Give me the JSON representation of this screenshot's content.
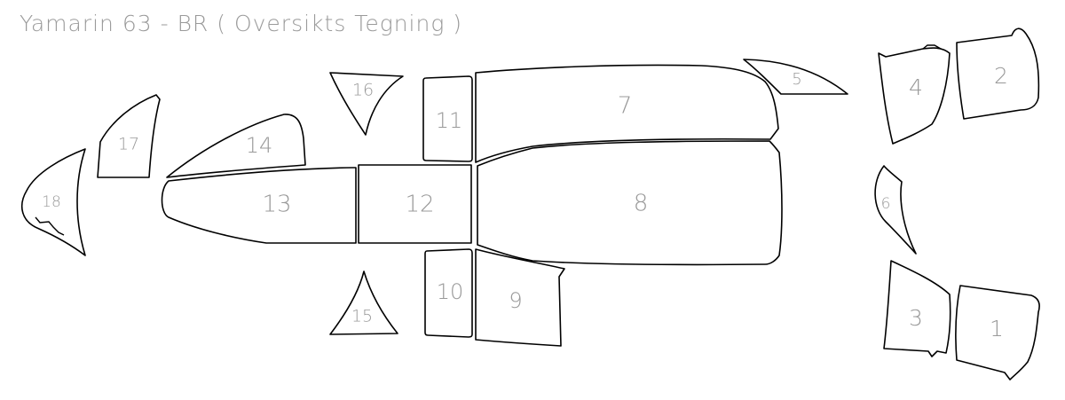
{
  "title": "Yamarin 63 - BR ( Oversikts Tegning )",
  "labels": {
    "p1": "1",
    "p2": "2",
    "p3": "3",
    "p4": "4",
    "p5": "5",
    "p6": "6",
    "p7": "7",
    "p8": "8",
    "p9": "9",
    "p10": "10",
    "p11": "11",
    "p12": "12",
    "p13": "13",
    "p14": "14",
    "p15": "15",
    "p16": "16",
    "p17": "17",
    "p18": "18"
  }
}
